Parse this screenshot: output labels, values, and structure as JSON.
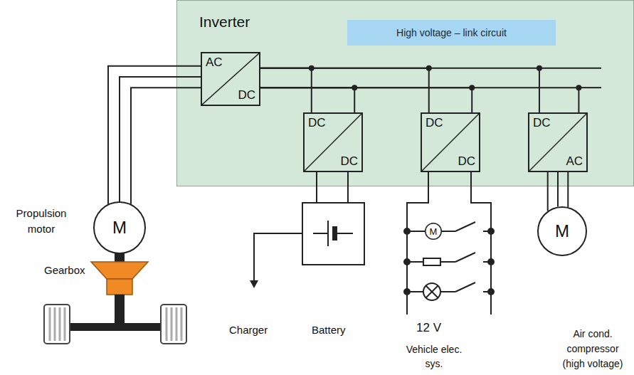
{
  "diagram": {
    "nodes": [
      {
        "text": [
          "Inverter"
        ]
      },
      {
        "text": [
          "High voltage – link circuit"
        ],
        "in": 0
      },
      {
        "text": [
          "AC",
          "DC"
        ],
        "in": 0
      },
      {
        "text": [
          "DC",
          "DC"
        ],
        "in": 0
      },
      {
        "text": [
          "DC",
          "DC"
        ],
        "in": 0
      },
      {
        "text": [
          "DC",
          "AC"
        ],
        "in": 0
      },
      {
        "text": [
          "M"
        ]
      },
      {
        "text": [
          "M"
        ]
      },
      {
        "text": [
          "M"
        ]
      }
    ],
    "edges": [
      {
        "from": 2,
        "to": 6,
        "arrow": "none"
      },
      {
        "from": 2,
        "to": 6,
        "arrow": "none"
      },
      {
        "from": 2,
        "to": 6,
        "arrow": "none"
      },
      {
        "from": 2,
        "to": 3,
        "arrow": "none"
      },
      {
        "from": 2,
        "to": 3,
        "arrow": "none"
      },
      {
        "from": 2,
        "to": 4,
        "arrow": "none"
      },
      {
        "from": 2,
        "to": 4,
        "arrow": "none"
      },
      {
        "from": 2,
        "to": 5,
        "arrow": "none"
      },
      {
        "from": 2,
        "to": 5,
        "arrow": "none"
      },
      {
        "from": 5,
        "to": 8,
        "arrow": "none"
      },
      {
        "from": 5,
        "to": 8,
        "arrow": "none"
      },
      {
        "from": 5,
        "to": 8,
        "arrow": "none"
      }
    ],
    "labels": [
      "Propulsion motor",
      "Gearbox",
      "Charger",
      "Battery",
      "12 V",
      "Vehicle elec. sys.",
      "Air cond. compressor (high voltage)"
    ]
  }
}
